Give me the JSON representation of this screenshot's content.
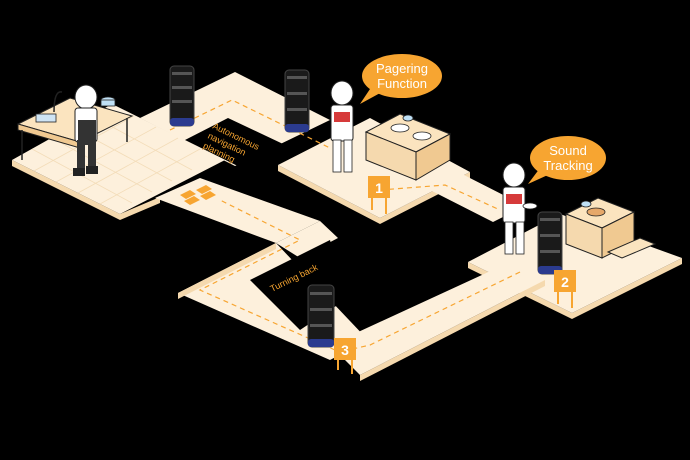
{
  "labels": {
    "navigation": [
      "Autonomous",
      "navigation",
      "planning"
    ],
    "turning_back": "Turning back"
  },
  "bubbles": {
    "pagering": [
      "Pagering",
      "Function"
    ],
    "sound": [
      "Sound",
      "Tracking"
    ]
  },
  "stations": {
    "one": "1",
    "two": "2",
    "three": "3"
  },
  "colors": {
    "background": "#000000",
    "floor": "#fdf0dc",
    "floor_side": "#f5d9ae",
    "accent": "#f7a531",
    "dash": "#f7a531",
    "robot_body": "#1a1a1a",
    "robot_trim": "#2b3b8f",
    "table": "#fbe4bf",
    "human": "#ffffff"
  },
  "icons": [
    "robot-icon",
    "waiter-icon",
    "chef-icon",
    "table-icon",
    "speech-bubble-icon",
    "chevron-arrows-icon",
    "station-badge-icon"
  ]
}
